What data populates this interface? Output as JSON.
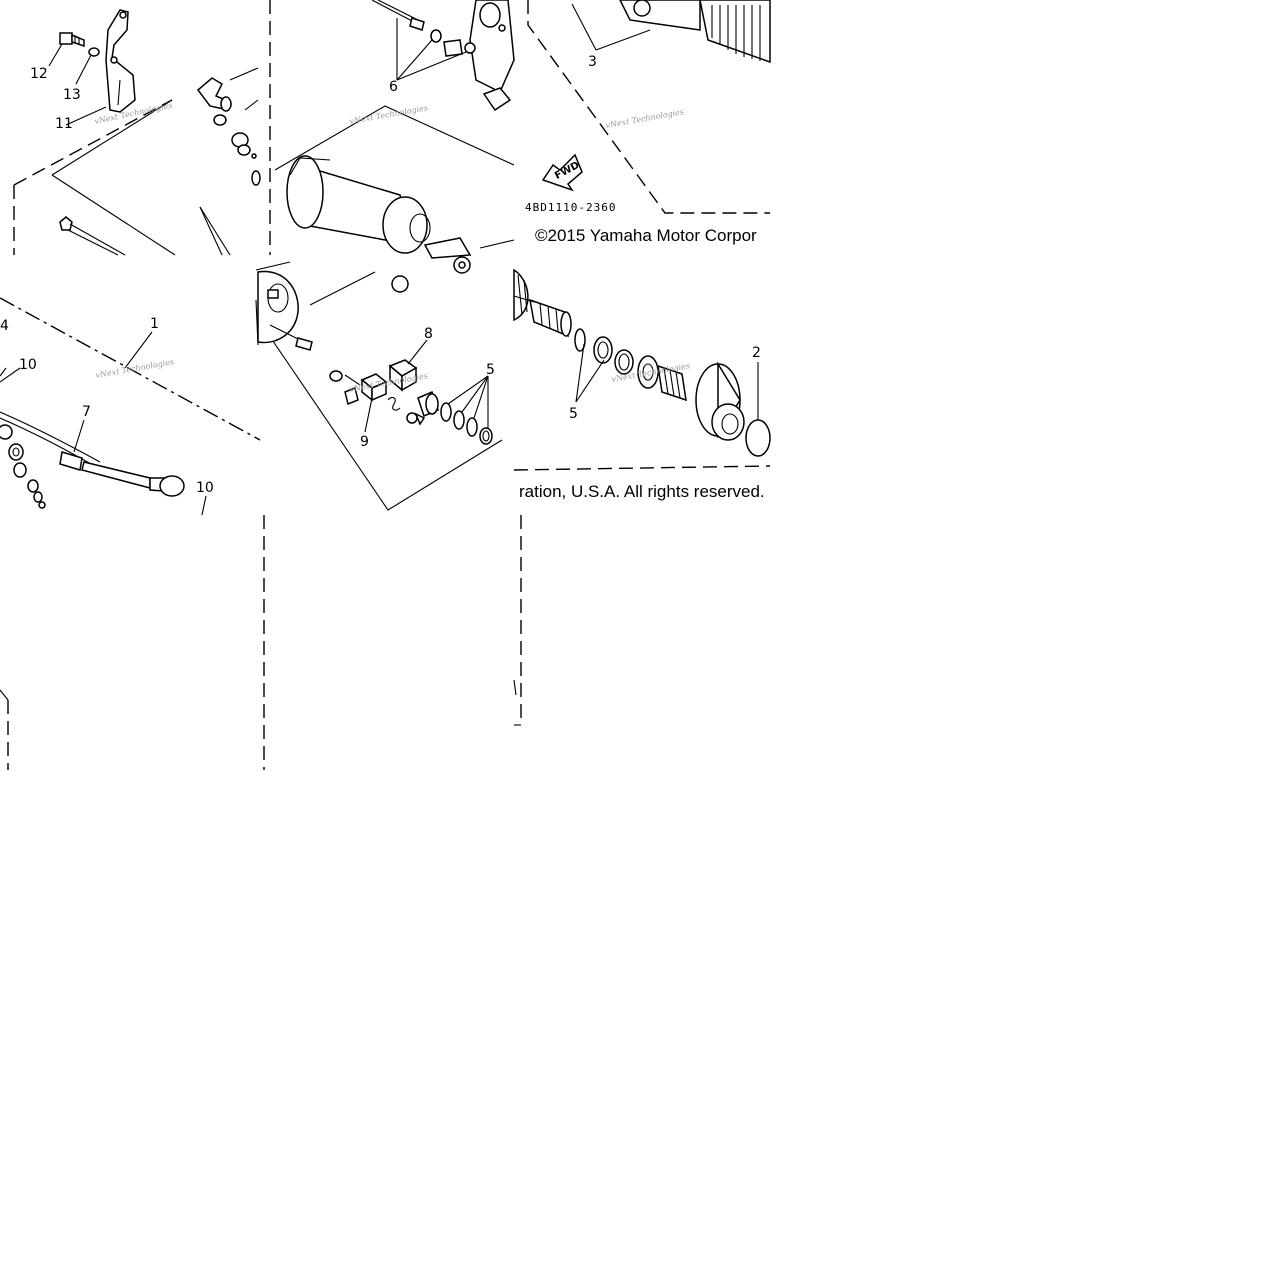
{
  "diagram": {
    "callouts": [
      "12",
      "13",
      "11",
      "6",
      "3",
      "4",
      "1",
      "10",
      "7",
      "10",
      "8",
      "9",
      "5",
      "5",
      "2"
    ],
    "direction_arrow_label": "FWD",
    "drawing_code": "4BD1110-2360",
    "copyright_top": "©2015 Yamaha Motor Corpor",
    "copyright_bottom": "ration, U.S.A. All rights reserved.",
    "watermark": "vNext Technologies"
  }
}
